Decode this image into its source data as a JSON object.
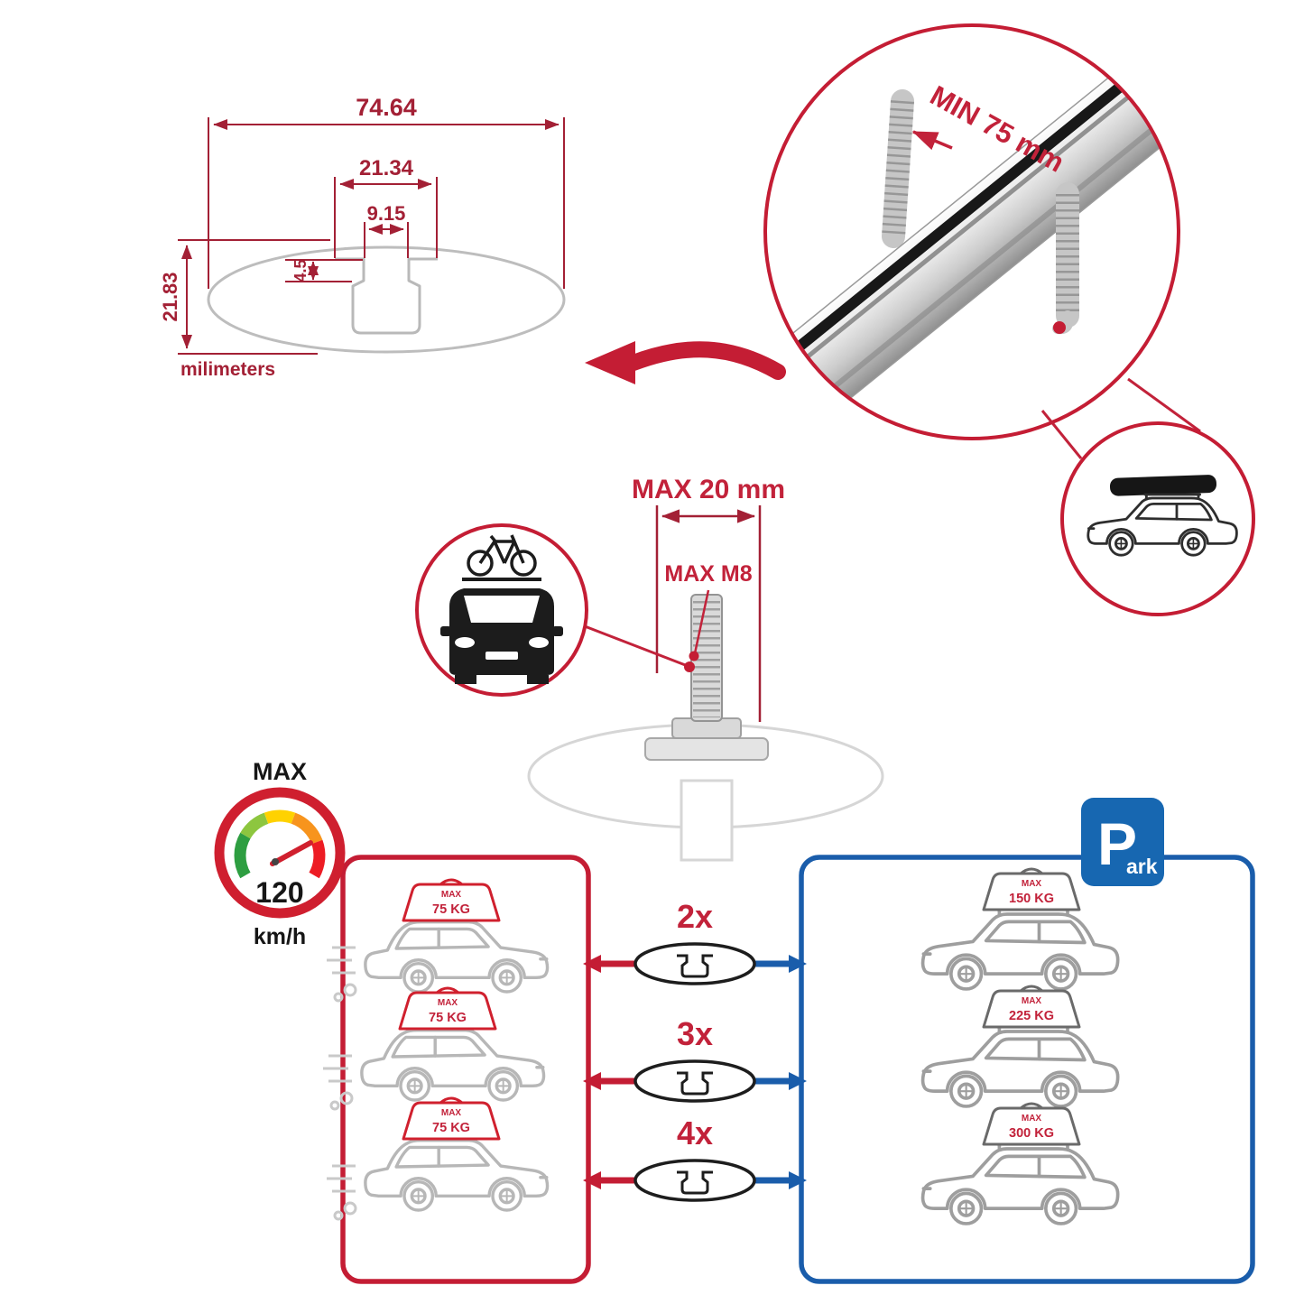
{
  "colors": {
    "accent_red": "#c41d34",
    "dim_red": "#a32035",
    "accent_blue": "#1a5dab",
    "outline_gray": "#bdbdbd",
    "ink_black": "#161616"
  },
  "profile_dimensions": {
    "total_width": "74.64",
    "channel_width": "21.34",
    "slot_width": "9.15",
    "slot_depth": "4.5",
    "total_height": "21.83",
    "units": "milimeters"
  },
  "crossbar_zoom": {
    "min_clamp_label": "MIN 75 mm"
  },
  "bolt_detail": {
    "max_length_label": "MAX 20 mm",
    "max_thread_label": "MAX M8"
  },
  "speedometer": {
    "title": "MAX",
    "value": "120",
    "unit": "km/h"
  },
  "driving_panel": {
    "cars": [
      {
        "max": "MAX",
        "load": "75 KG"
      },
      {
        "max": "MAX",
        "load": "75 KG"
      },
      {
        "max": "MAX",
        "load": "75 KG"
      }
    ]
  },
  "bar_count_rows": [
    {
      "count": "2x"
    },
    {
      "count": "3x"
    },
    {
      "count": "4x"
    }
  ],
  "parking_panel": {
    "sign": {
      "letter": "P",
      "suffix": "ark"
    },
    "cars": [
      {
        "max": "MAX",
        "load": "150 KG"
      },
      {
        "max": "MAX",
        "load": "225 KG"
      },
      {
        "max": "MAX",
        "load": "300 KG"
      }
    ]
  }
}
